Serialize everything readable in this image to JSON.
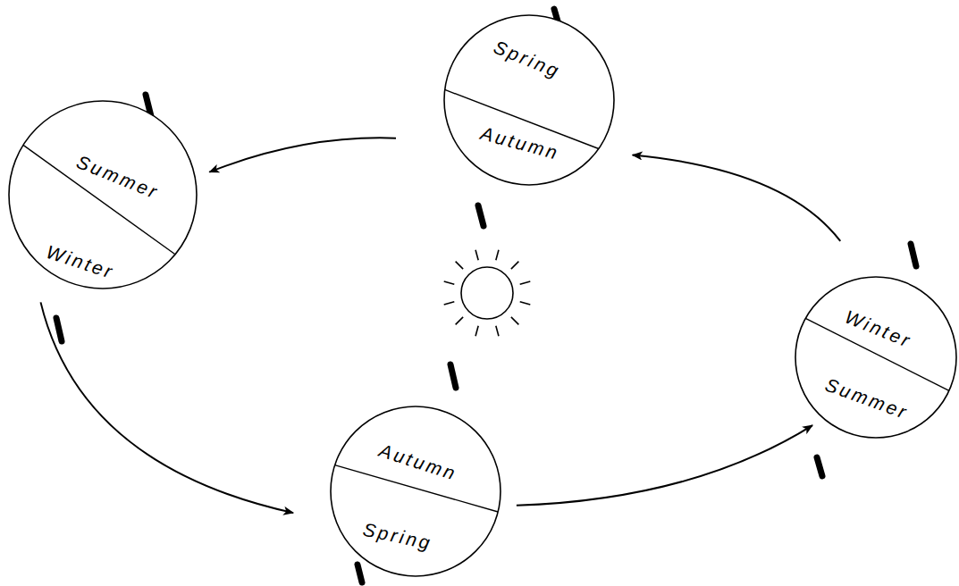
{
  "diagram": {
    "nodes": [
      {
        "text": [
          "Spring",
          "Autumn"
        ]
      },
      {
        "text": [
          "Summer",
          "Winter"
        ]
      },
      {
        "text": [
          "Winter",
          "Summer"
        ]
      },
      {
        "text": [
          "Autumn",
          "Spring"
        ]
      }
    ],
    "edges": [
      {
        "from": 0,
        "to": 1,
        "arrow": "to"
      },
      {
        "from": 1,
        "to": 3,
        "arrow": "to"
      },
      {
        "from": 3,
        "to": 2,
        "arrow": "to"
      },
      {
        "from": 2,
        "to": 0,
        "arrow": "to"
      }
    ]
  }
}
